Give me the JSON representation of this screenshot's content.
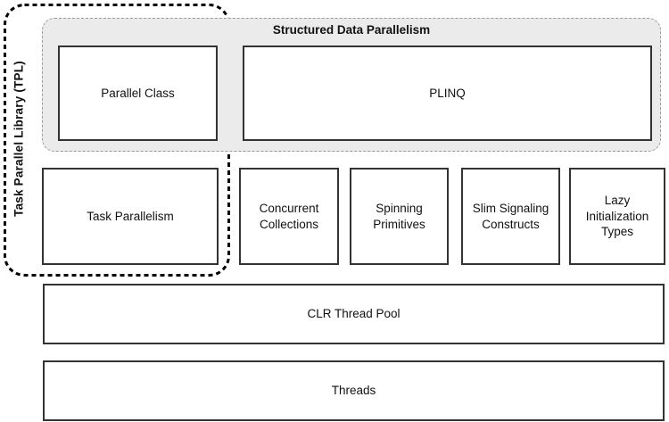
{
  "diagram": {
    "tpl_group_label": "Task Parallel Library (TPL)",
    "structured_group_title": "Structured Data Parallelism",
    "boxes": {
      "parallel_class": "Parallel Class",
      "plinq": "PLINQ",
      "task_parallelism": "Task Parallelism",
      "concurrent_collections": "Concurrent Collections",
      "spinning_primitives": "Spinning Primitives",
      "slim_signaling_constructs": "Slim Signaling Constructs",
      "lazy_initialization_types": "Lazy Initialization Types",
      "clr_thread_pool": "CLR Thread Pool",
      "threads": "Threads"
    },
    "colors": {
      "background": "#ffffff",
      "box_border": "#333333",
      "group_fill": "#ebebeb",
      "group_border": "#9a9a9a",
      "tpl_boundary": "#000000",
      "text": "#111111"
    }
  }
}
